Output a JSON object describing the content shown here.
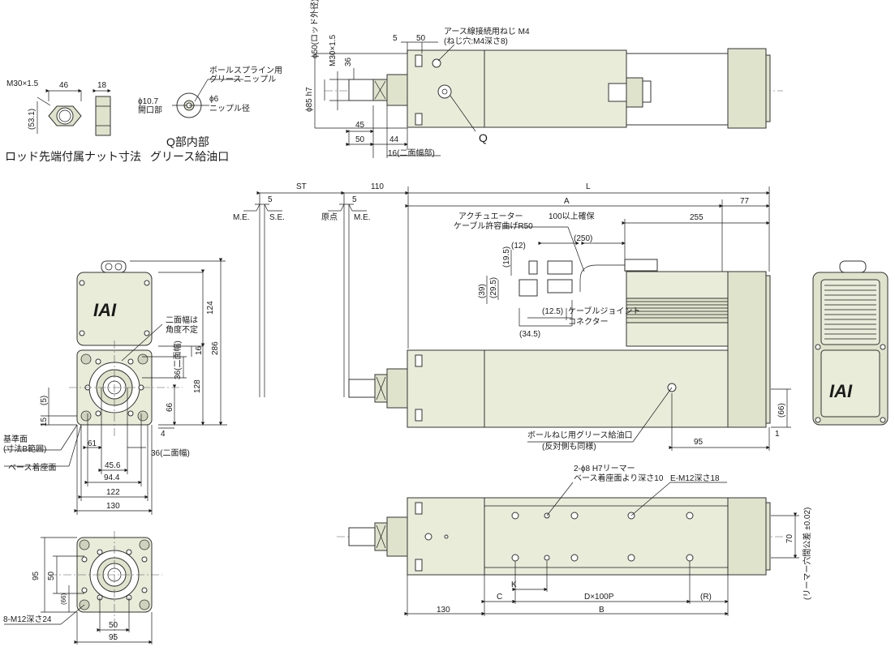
{
  "nut": {
    "thread": "M30×1.5",
    "width_46": "46",
    "thickness_18": "18",
    "across_corners": "(53.1)",
    "caption": "ロッド先端付属ナット寸法"
  },
  "q_detail": {
    "nipple_label_l1": "ボールスプライン用",
    "nipple_label_l2": "グリース ニップル",
    "opening_dia": "ϕ10.7",
    "opening_label": "開口部",
    "nipple_dia": "ϕ6",
    "nipple_dia_label": "ニップル径",
    "caption_l1": "Q部内部",
    "caption_l2": "グリース給油口"
  },
  "top_view": {
    "rod_od": "ϕ50(ロッド外径)",
    "thread": "M30×1.5",
    "dim_36": "36",
    "flange_dia": "ϕ85 h7",
    "dim_5": "5",
    "dim_50": "50",
    "earth_l1": "アース線接続用ねじ M4",
    "earth_l2": "(ねじ穴:M4深さ8)",
    "dim_45": "45",
    "dim_50b": "50",
    "dim_44": "44",
    "dim_16": "16(二面幅部)",
    "q_label": "Q"
  },
  "side_view": {
    "st": "ST",
    "dim_110": "110",
    "l": "L",
    "dim_5a": "5",
    "dim_5b": "5",
    "me1": "M.E.",
    "se": "S.E.",
    "origin": "原点",
    "me2": "M.E.",
    "a": "A",
    "dim_77": "77",
    "dim_255": "255",
    "cable_l1": "アクチュエーター",
    "cable_l2": "ケーブル許容曲げR50",
    "clear_100": "100以上確保",
    "dim_250": "(250)",
    "dim_19_5": "(19.5)",
    "dim_12": "(12)",
    "dim_39": "(39)",
    "dim_29_5": "(29.5)",
    "dim_12_5": "(12.5)",
    "dim_34_5": "(34.5)",
    "joint_l1": "ケーブルジョイント",
    "joint_l2": "コネクター",
    "grease_l1": "ボールねじ用グリース給油口",
    "grease_l2": "(反対側も同様)",
    "dim_95": "95",
    "dim_66": "(66)",
    "dim_1": "1"
  },
  "front_view": {
    "logo": "IAI",
    "flat_note_l1": "二面幅は",
    "flat_note_l2": "角度不定",
    "dim_124": "124",
    "dim_286": "286",
    "dim_16": "16",
    "dim_36flat": "36(二面幅)",
    "dim_128": "128",
    "dim_66": "66",
    "dim_5": "(5)",
    "dim_15": "15",
    "dim_4": "4",
    "ref_l1": "基準面",
    "ref_l2": "(寸法B範囲)",
    "base_label": "ベース着座面",
    "dim_61": "61",
    "dim_36": "36(二面幅)",
    "dim_45_6": "45.6",
    "dim_94_4": "94.4",
    "dim_122": "122",
    "dim_130": "130"
  },
  "bottom_front": {
    "dim_95v": "95",
    "dim_50v": "50",
    "dim_66v": "(66)",
    "tapped": "8-M12深さ24",
    "dim_50h": "50",
    "dim_95h": "95"
  },
  "bottom_view": {
    "reamer_l1": "2-ϕ8 H7リーマー",
    "reamer_l2": "ベース着座面より深さ10",
    "tap": "E-M12深さ18",
    "dim_70": "70",
    "tolerance": "(リーマー穴間公差 ±0.02)",
    "k": "K",
    "c": "C",
    "dx100p": "D×100P",
    "r": "(R)",
    "dim_130": "130",
    "b": "B"
  },
  "rear_view": {
    "logo": "IAI"
  }
}
